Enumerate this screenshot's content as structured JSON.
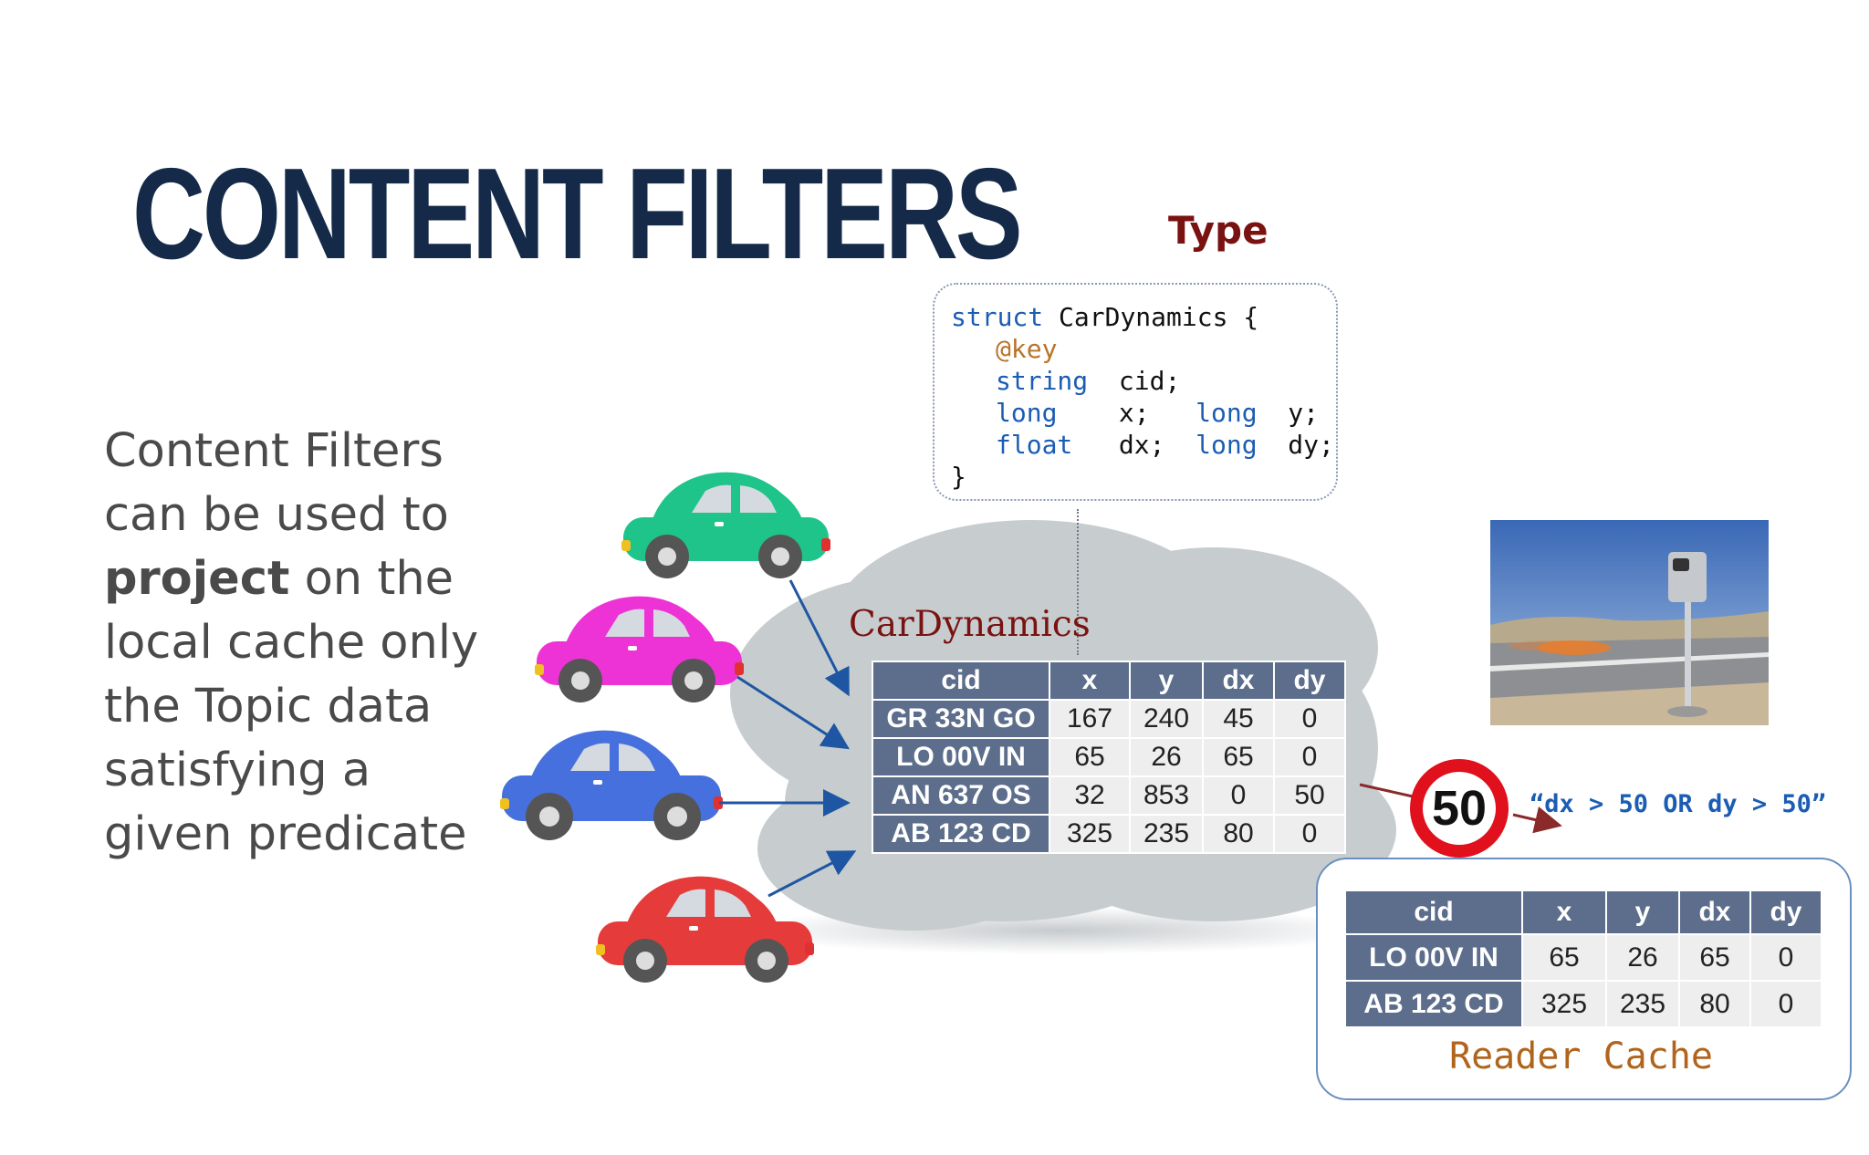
{
  "slide": {
    "title": "CONTENT FILTERS",
    "body": {
      "line1": "Content Filters",
      "line2": "can be used to",
      "line3_bold": "project",
      "line3_rest": " on the",
      "line4": "local cache only",
      "line5": "the Topic data",
      "line6": "satisfying a",
      "line7": "given predicate"
    }
  },
  "type_box": {
    "label": "Type",
    "line1_kw": "struct",
    "line1_rest": " CarDynamics {",
    "annotation": "@key",
    "line3_kw": "string",
    "line3_rest": "  cid;",
    "line4_kw": "long",
    "line4_mid": "    x;   ",
    "line4_kw2": "long",
    "line4_rest": "  y;",
    "line5_kw": "float",
    "line5_mid": "   dx;  ",
    "line5_kw2": "long",
    "line5_rest": "  dy;",
    "closing": "}"
  },
  "topic": {
    "label": "CarDynamics",
    "columns": [
      "cid",
      "x",
      "y",
      "dx",
      "dy"
    ],
    "rows": [
      [
        "GR 33N GO",
        "167",
        "240",
        "45",
        "0"
      ],
      [
        "LO 00V IN",
        "65",
        "26",
        "65",
        "0"
      ],
      [
        "AN 637 OS",
        "32",
        "853",
        "0",
        "50"
      ],
      [
        "AB 123 CD",
        "325",
        "235",
        "80",
        "0"
      ]
    ]
  },
  "speed_sign": {
    "value": "50",
    "color": "#e0101c"
  },
  "filter": {
    "predicate": "“dx > 50 OR dy > 50”"
  },
  "reader_cache": {
    "label": "Reader Cache",
    "columns": [
      "cid",
      "x",
      "y",
      "dx",
      "dy"
    ],
    "rows": [
      [
        "LO 00V IN",
        "65",
        "26",
        "65",
        "0"
      ],
      [
        "AB 123 CD",
        "325",
        "235",
        "80",
        "0"
      ]
    ]
  },
  "cars": [
    {
      "color": "#1fc48a",
      "icon": "car-icon"
    },
    {
      "color": "#ee33d6",
      "icon": "car-icon"
    },
    {
      "color": "#4670dd",
      "icon": "car-icon"
    },
    {
      "color": "#e63b3b",
      "icon": "car-icon"
    }
  ]
}
